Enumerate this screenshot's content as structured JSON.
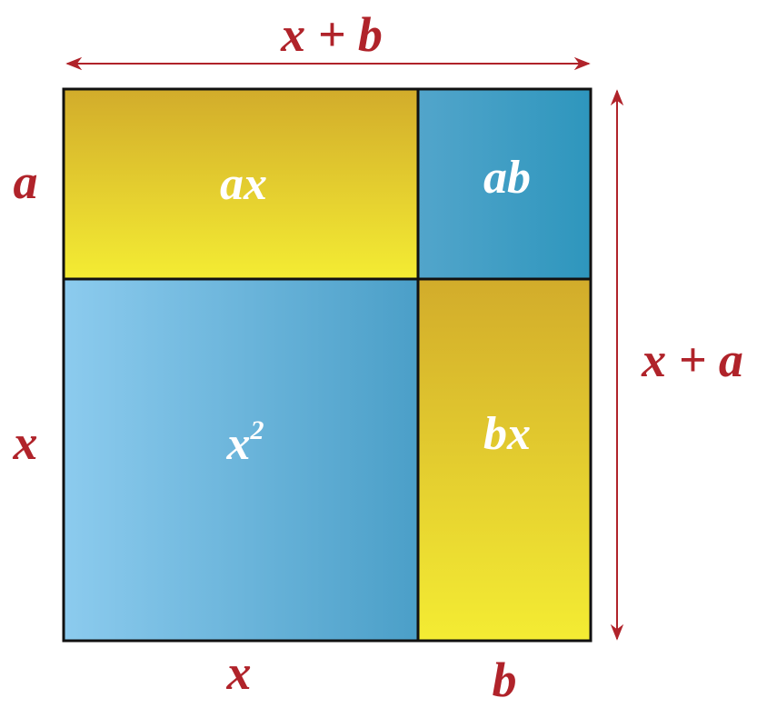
{
  "title_top": "x + b",
  "title_right": "x + a",
  "side_labels": {
    "left_top": "a",
    "left_bottom": "x",
    "bottom_left": "x",
    "bottom_right": "b"
  },
  "regions": {
    "ax": "ax",
    "ab": "ab",
    "x2_base": "x",
    "x2_exp": "2",
    "bx": "bx"
  },
  "colors": {
    "label_red": "#b0232a",
    "yellow_top": "#d2ac2b",
    "yellow_bottom": "#f4ec33",
    "blue_light": "#8ccbee",
    "blue_dark": "#2e96bd"
  }
}
